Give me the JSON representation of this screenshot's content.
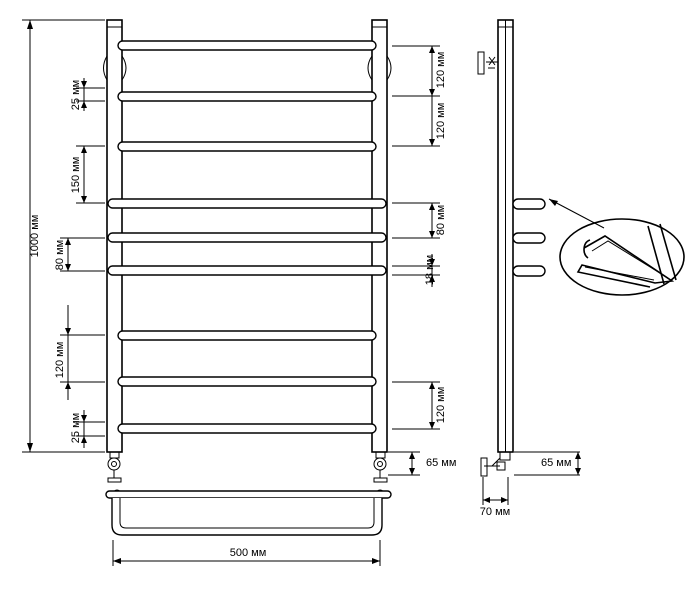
{
  "dimensions": {
    "total_height": "1000 мм",
    "width": "500 мм",
    "top_spacing_right_1": "120 мм",
    "top_spacing_right_2": "120 мм",
    "gap_left_top": "25 мм",
    "gap_left_150": "150 мм",
    "spacing_80_right": "80 мм",
    "spacing_80_left": "80 мм",
    "tube_18": "18 мм",
    "spacing_120_left": "120 мм",
    "spacing_120_right_bottom": "120 мм",
    "gap_left_bottom": "25 мм",
    "offset_65_front": "65 мм",
    "offset_65_side": "65 мм",
    "depth_70_side": "70 мм"
  }
}
